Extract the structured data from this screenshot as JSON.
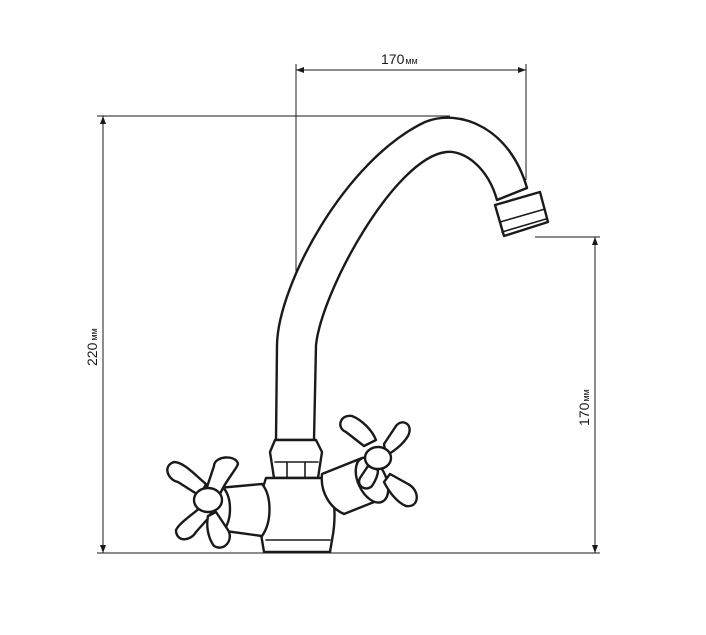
{
  "colors": {
    "line": "#1a1a1a",
    "background": "#ffffff"
  },
  "dimensions": {
    "reach": {
      "value": "170",
      "unit": "мм"
    },
    "height_total": {
      "value": "220",
      "unit": "мм"
    },
    "height_spout": {
      "value": "170",
      "unit": "мм"
    }
  }
}
